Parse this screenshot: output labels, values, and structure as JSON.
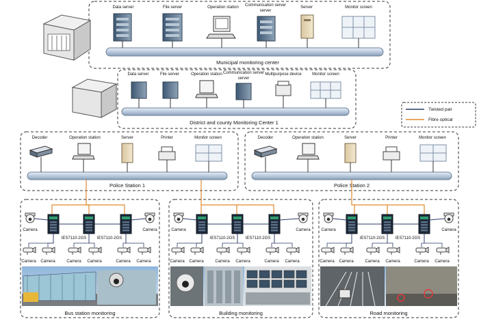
{
  "municipal": {
    "title": "Municipal monitoring center",
    "devices": [
      "Data server",
      "File server",
      "Operation station",
      "Communication server",
      "Server",
      "Monitor screen"
    ]
  },
  "district": {
    "title": "District and county Monitoring Center 1",
    "devices": [
      "Data server",
      "File server",
      "Operation station",
      "Communication server",
      "Multipurpose device",
      "Monitor screen"
    ]
  },
  "legend": {
    "twisted_pair": "Twisted pair",
    "fibre_optical": "Fibre optical",
    "colors": {
      "twisted_pair": "#2a3a66",
      "fibre_optical": "#e0892e"
    }
  },
  "police": [
    {
      "title": "Police Station 1",
      "devices": [
        "Decoder",
        "Operation station",
        "Server",
        "Printer",
        "Monitor screen"
      ]
    },
    {
      "title": "Police Station 2",
      "devices": [
        "Decoder",
        "Operation station",
        "Server",
        "Printer",
        "Monitor screen"
      ]
    }
  ],
  "sites": [
    {
      "title": "Bus station monitoring",
      "switch_label": "IES7110-2GS",
      "camera_label": "Camera"
    },
    {
      "title": "Building monitoring",
      "switch_label": "IES7110-2GS",
      "camera_label": "Camera"
    },
    {
      "title": "Road monitoring",
      "switch_label": "IES7110-2GS",
      "camera_label": "Camera"
    }
  ]
}
